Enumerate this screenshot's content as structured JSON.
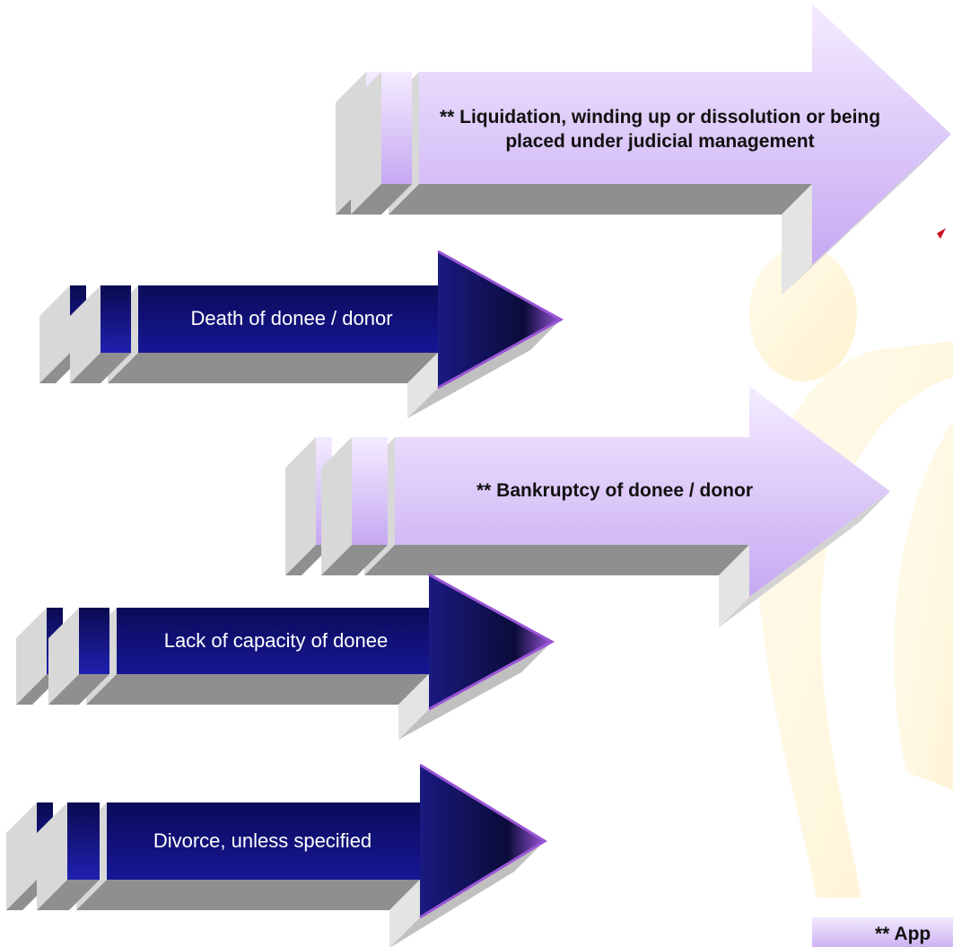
{
  "arrows": [
    {
      "id": "liquidation",
      "style": "light",
      "label": "** Liquidation, winding up or dissolution or being placed under  judicial management"
    },
    {
      "id": "death",
      "style": "dark",
      "label": "Death of donee / donor"
    },
    {
      "id": "bankruptcy",
      "style": "light",
      "label": "** Bankruptcy of donee / donor"
    },
    {
      "id": "lack-of-capacity",
      "style": "dark",
      "label": "Lack of capacity of donee"
    },
    {
      "id": "divorce",
      "style": "dark",
      "label": "Divorce, unless specified"
    }
  ],
  "note": {
    "text": "** App\nProperty"
  },
  "colors": {
    "light_top": "#f4ecff",
    "light_bottom": "#c6a8f2",
    "dark_top": "#0a0a4a",
    "dark_bottom": "#1c1cb0",
    "accent_purple": "#9a55d6",
    "shadow": "#b4b4b4",
    "shadow_dark": "#8c8c8c",
    "background_figure": "#ffe9a8",
    "red_mark": "#cc1122"
  }
}
